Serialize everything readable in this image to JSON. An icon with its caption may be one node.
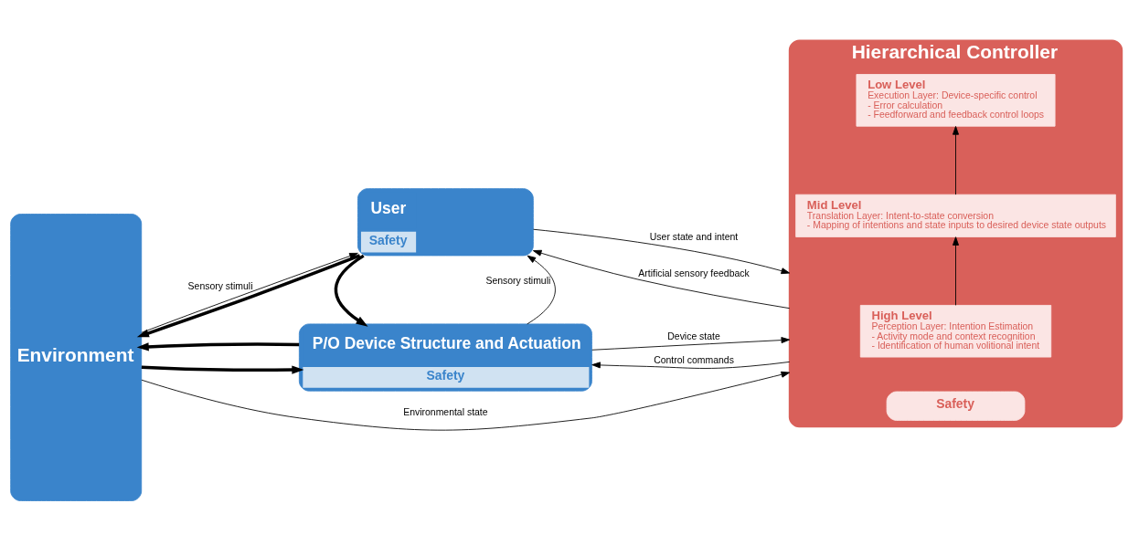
{
  "diagram": {
    "nodes": [
      {
        "text": [
          "Environment"
        ]
      },
      {
        "text": [
          "User",
          "Safety"
        ]
      },
      {
        "text": [
          "P/O Device Structure and Actuation",
          "Safety"
        ]
      },
      {
        "text": [
          "Hierarchical Controller"
        ]
      },
      {
        "text": [
          "High Level",
          "Perception Layer: Intention Estimation",
          "- Activity mode and context recognition",
          "- Identification of human volitional intent"
        ],
        "in": 3
      },
      {
        "text": [
          "Mid Level",
          "Translation Layer: Intent-to-state conversion",
          "- Mapping of intentions and state inputs to desired device state outputs"
        ],
        "in": 3
      },
      {
        "text": [
          "Low Level",
          "Execution Layer: Device-specific control",
          "- Error calculation",
          "- Feedforward and feedback control loops"
        ],
        "in": 3
      },
      {
        "text": [
          "Safety"
        ],
        "in": 3
      }
    ],
    "edges": [
      {
        "from": 1,
        "to": 0,
        "arrow": "to",
        "style": "thick"
      },
      {
        "from": 0,
        "to": 1,
        "arrow": "to",
        "label": "Sensory stimuli"
      },
      {
        "from": 1,
        "to": 3,
        "arrow": "to",
        "label": "User state and intent"
      },
      {
        "from": 3,
        "to": 1,
        "arrow": "to",
        "label": "Artificial sensory feedback"
      },
      {
        "from": 2,
        "to": 1,
        "arrow": "to",
        "label": "Sensory stimuli"
      },
      {
        "from": 1,
        "to": 2,
        "arrow": "to",
        "style": "thick"
      },
      {
        "from": 2,
        "to": 0,
        "arrow": "to",
        "style": "thick"
      },
      {
        "from": 0,
        "to": 2,
        "arrow": "to",
        "style": "thick"
      },
      {
        "from": 2,
        "to": 3,
        "arrow": "to",
        "label": "Device state"
      },
      {
        "from": 3,
        "to": 2,
        "arrow": "to",
        "label": "Control commands"
      },
      {
        "from": 0,
        "to": 3,
        "arrow": "to",
        "label": "Environmental state"
      },
      {
        "from": 4,
        "to": 5,
        "arrow": "to"
      },
      {
        "from": 5,
        "to": 6,
        "arrow": "to"
      }
    ]
  }
}
